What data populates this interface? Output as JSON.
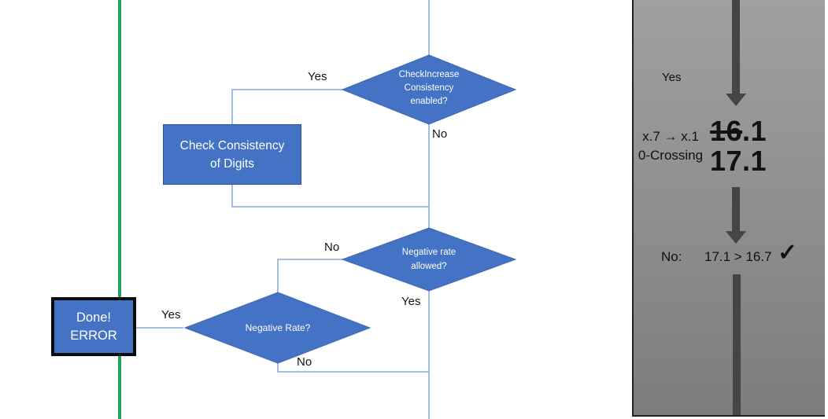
{
  "colors": {
    "shape_blue": "#4472c4",
    "connector_blue": "#8aa5d8",
    "green_rule": "#21a45d",
    "arrow_gray": "#454545",
    "panel_gray_top": "#a0a0a0",
    "panel_gray_bottom": "#7c7c7c"
  },
  "flowchart": {
    "decision1": {
      "line1": "CheckIncrease",
      "line2": "Consistency",
      "line3": "enabled?"
    },
    "decision2": {
      "line1": "Negative rate",
      "line2": "allowed?"
    },
    "decision3": {
      "line1": "Negative Rate?"
    },
    "process_box": {
      "line1": "Check Consistency",
      "line2": "of Digits"
    },
    "done_box": {
      "line1": "Done!",
      "line2": "ERROR"
    },
    "branch_labels": {
      "d1_yes": "Yes",
      "d1_no": "No",
      "d2_no": "No",
      "d2_yes": "Yes",
      "d3_yes": "Yes",
      "d3_no": "No"
    }
  },
  "panel": {
    "yes_label": "Yes",
    "transform_line1": "x.7 → x.1",
    "transform_line2": "0-Crossing",
    "old_value_struck": "16",
    "old_value_rest": ".1",
    "new_value": "17.1",
    "no_label": "No:",
    "comparison": "17.1 > 16.7",
    "check_icon": "✓"
  }
}
